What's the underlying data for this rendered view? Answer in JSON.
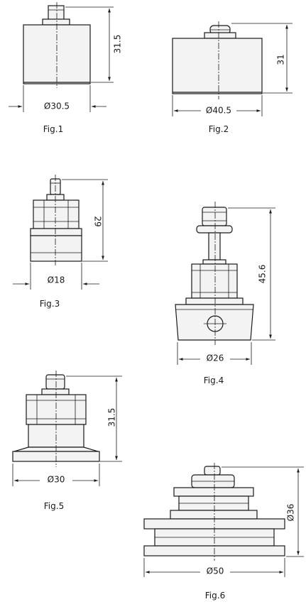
{
  "figures": [
    {
      "caption": "Fig.1",
      "diameter": "Ø30.5",
      "height": "31.5"
    },
    {
      "caption": "Fig.2",
      "diameter": "Ø40.5",
      "height": "31"
    },
    {
      "caption": "Fig.3",
      "diameter": "Ø18",
      "height": "29"
    },
    {
      "caption": "Fig.4",
      "diameter": "Ø26",
      "height": "45.6"
    },
    {
      "caption": "Fig.5",
      "diameter": "Ø30",
      "height": "31.5"
    },
    {
      "caption": "Fig.6",
      "diameter": "Ø50",
      "height": "Ø36"
    }
  ]
}
